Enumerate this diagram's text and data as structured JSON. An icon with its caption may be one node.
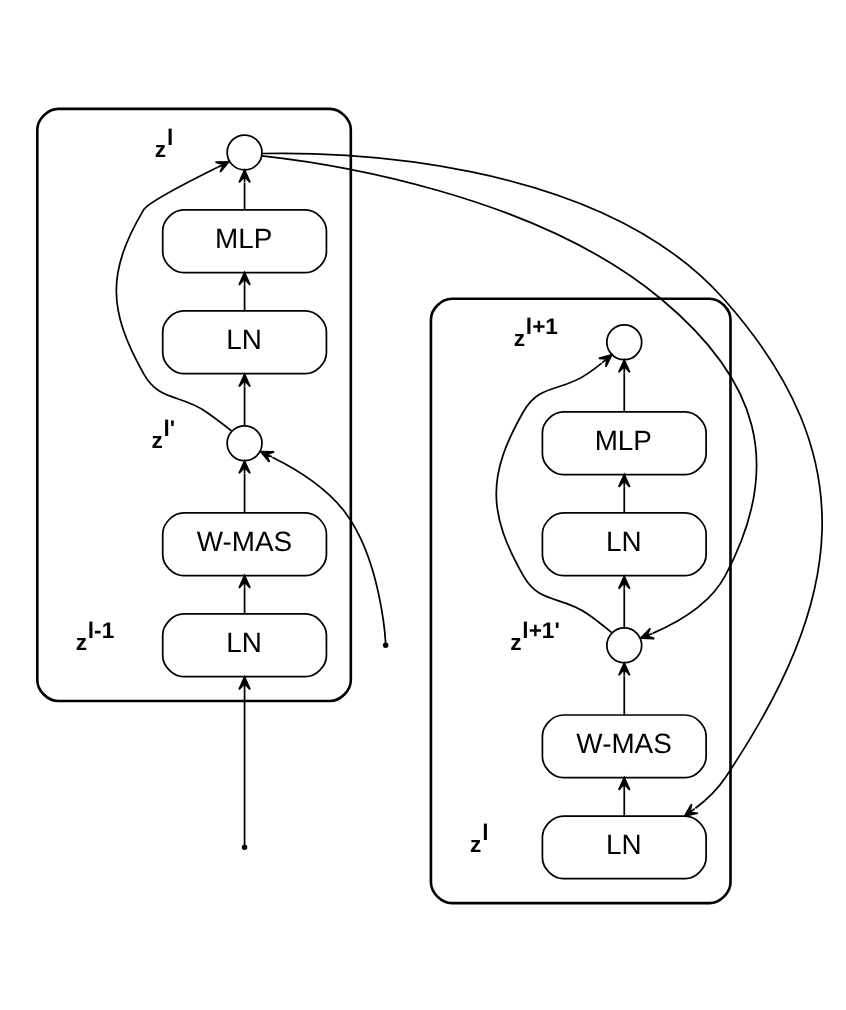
{
  "diagram": {
    "nodes": [
      {
        "text": [],
        "shape": "box"
      },
      {
        "text": [],
        "shape": "circle",
        "in": 0
      },
      {
        "text": [
          "MLP"
        ],
        "in": 0
      },
      {
        "text": [
          "LN"
        ],
        "in": 0
      },
      {
        "text": [],
        "shape": "circle",
        "in": 0
      },
      {
        "text": [
          "W-MAS"
        ],
        "in": 0
      },
      {
        "text": [
          "LN"
        ],
        "in": 0
      },
      {
        "text": [],
        "shape": "box"
      },
      {
        "text": [],
        "shape": "circle",
        "in": 7
      },
      {
        "text": [
          "MLP"
        ],
        "in": 7
      },
      {
        "text": [
          "LN"
        ],
        "in": 7
      },
      {
        "text": [],
        "shape": "circle",
        "in": 7
      },
      {
        "text": [
          "W-MAS"
        ],
        "in": 7
      },
      {
        "text": [
          "LN"
        ],
        "in": 7
      }
    ],
    "edges": [
      {
        "from": null,
        "to": 6,
        "arrow": "to"
      },
      {
        "from": 6,
        "to": 5,
        "arrow": "to"
      },
      {
        "from": 5,
        "to": 4,
        "arrow": "to"
      },
      {
        "from": null,
        "to": 4,
        "arrow": "to"
      },
      {
        "from": 4,
        "to": 3,
        "arrow": "to"
      },
      {
        "from": 3,
        "to": 2,
        "arrow": "to"
      },
      {
        "from": 2,
        "to": 1,
        "arrow": "to"
      },
      {
        "from": 4,
        "to": 1,
        "arrow": "to"
      },
      {
        "from": 1,
        "to": 13,
        "arrow": "to"
      },
      {
        "from": 13,
        "to": 12,
        "arrow": "to"
      },
      {
        "from": 12,
        "to": 11,
        "arrow": "to"
      },
      {
        "from": 1,
        "to": 11,
        "arrow": "to"
      },
      {
        "from": 11,
        "to": 10,
        "arrow": "to"
      },
      {
        "from": 10,
        "to": 9,
        "arrow": "to"
      },
      {
        "from": 9,
        "to": 8,
        "arrow": "to"
      },
      {
        "from": 11,
        "to": 8,
        "arrow": "to"
      }
    ],
    "labels": [
      "z$^{l}$",
      "z$^{l'}$",
      "z$^{l-1}$",
      "z$^{l+1}$",
      "z$^{l+1'}$",
      "z$^{l}$"
    ]
  }
}
